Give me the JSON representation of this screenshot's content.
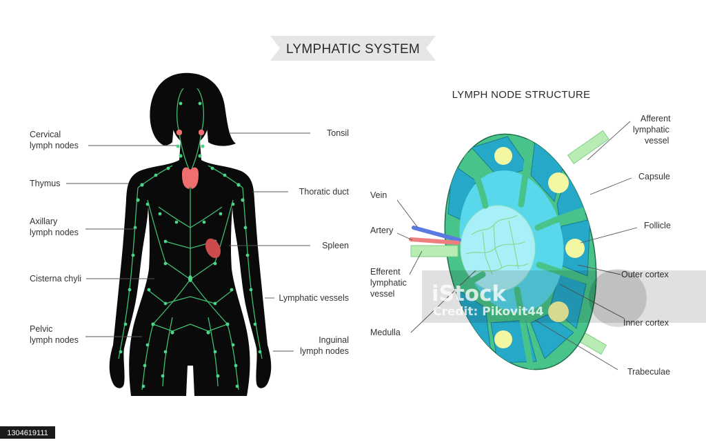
{
  "title": "LYMPHATIC SYSTEM",
  "subtitle": "LYMPH NODE STRUCTURE",
  "colors": {
    "silhouette": "#0a0a0a",
    "lymph_green": "#4fd58a",
    "organ_pink": "#ef6e6e",
    "spleen": "#c94b4b",
    "node_outer": "#48c48a",
    "node_cell": "#26a9c8",
    "node_center": "#a8f0f8",
    "follicle": "#f4f7a2",
    "vein": "#5b7ae0",
    "artery": "#ef7f7f",
    "vessel": "#b8ecb4"
  },
  "body_labels": {
    "cervical_1": "Cervical",
    "cervical_2": "lymph nodes",
    "thymus": "Thymus",
    "axillary_1": "Axillary",
    "axillary_2": "lymph nodes",
    "cisterna": "Cisterna chyli",
    "pelvic_1": "Pelvic",
    "pelvic_2": "lymph nodes",
    "tonsil": "Tonsil",
    "thoracic": "Thoratic duct",
    "spleen": "Spleen",
    "vessels": "Lymphatic vessels",
    "inguinal_1": "Inguinal",
    "inguinal_2": "lymph nodes"
  },
  "node_labels": {
    "afferent_1": "Afferent",
    "afferent_2": "lymphatic",
    "afferent_3": "vessel",
    "capsule": "Capsule",
    "follicle": "Follicle",
    "outer_cortex": "Outer cortex",
    "inner_cortex": "Inner cortex",
    "trabeculae": "Trabeculae",
    "vein": "Vein",
    "artery": "Artery",
    "efferent_1": "Efferent",
    "efferent_2": "lymphatic",
    "efferent_3": "vessel",
    "medulla": "Medulla"
  },
  "watermark": {
    "brand": "iStock",
    "credit": "Credit: Pikovit44",
    "stock_id": "1304619111"
  }
}
